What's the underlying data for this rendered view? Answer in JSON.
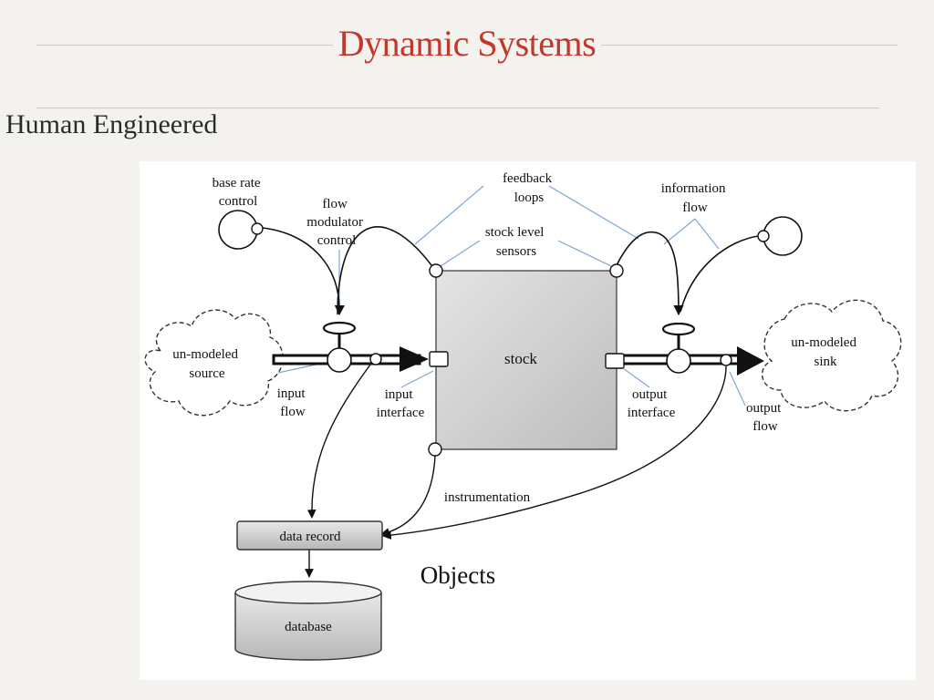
{
  "slide": {
    "title": "Dynamic Systems",
    "subtitle": "Human Engineered"
  },
  "diagram": {
    "labels": {
      "base_rate_control": [
        "base rate",
        "control"
      ],
      "flow_modulator_control": [
        "flow",
        "modulator",
        "control"
      ],
      "feedback_loops": [
        "feedback",
        "loops"
      ],
      "stock_level_sensors": [
        "stock level",
        "sensors"
      ],
      "information_flow": [
        "information",
        "flow"
      ],
      "source": [
        "un-modeled",
        "source"
      ],
      "sink": [
        "un-modeled",
        "sink"
      ],
      "stock": "stock",
      "input_flow": [
        "input",
        "flow"
      ],
      "input_interface": [
        "input",
        "interface"
      ],
      "output_interface": [
        "output",
        "interface"
      ],
      "output_flow": [
        "output",
        "flow"
      ],
      "instrumentation": "instrumentation",
      "data_record": "data record",
      "database": "database",
      "objects": "Objects"
    },
    "colors": {
      "title": "#c0392b",
      "callout_line": "#7fa6d6",
      "box_fill_top": "#e6e6e6",
      "box_fill_bottom": "#b9b9b9"
    }
  }
}
